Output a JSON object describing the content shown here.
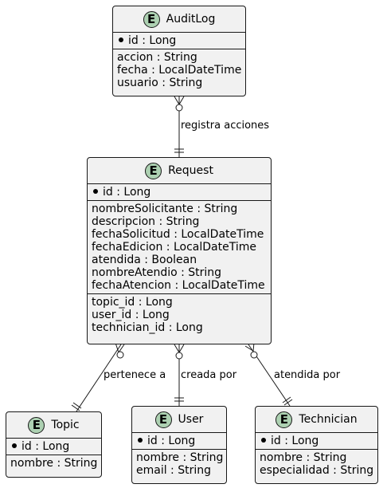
{
  "entities": {
    "auditlog": {
      "badge": "E",
      "name": "AuditLog",
      "key": "id : Long",
      "fields": [
        "accion : String",
        "fecha : LocalDateTime",
        "usuario : String"
      ]
    },
    "request": {
      "badge": "E",
      "name": "Request",
      "key": "id : Long",
      "fields": [
        "nombreSolicitante : String",
        "descripcion : String",
        "fechaSolicitud : LocalDateTime",
        "fechaEdicion : LocalDateTime",
        "atendida : Boolean",
        "nombreAtendio : String",
        "fechaAtencion : LocalDateTime"
      ],
      "foreign_keys": [
        "topic_id : Long",
        "user_id : Long",
        "technician_id : Long"
      ]
    },
    "topic": {
      "badge": "E",
      "name": "Topic",
      "key": "id : Long",
      "fields": [
        "nombre : String"
      ]
    },
    "user": {
      "badge": "E",
      "name": "User",
      "key": "id : Long",
      "fields": [
        "nombre : String",
        "email : String"
      ]
    },
    "technician": {
      "badge": "E",
      "name": "Technician",
      "key": "id : Long",
      "fields": [
        "nombre : String",
        "especialidad : String"
      ]
    }
  },
  "relationships": [
    {
      "from": "AuditLog",
      "to": "Request",
      "label": "registra acciones"
    },
    {
      "from": "Request",
      "to": "Topic",
      "label": "pertenece a"
    },
    {
      "from": "Request",
      "to": "User",
      "label": "creada por"
    },
    {
      "from": "Request",
      "to": "Technician",
      "label": "atendida por"
    }
  ],
  "colors": {
    "entity_fill": "#f1f1f1",
    "border": "#181818",
    "badge_fill": "#add1b2"
  }
}
